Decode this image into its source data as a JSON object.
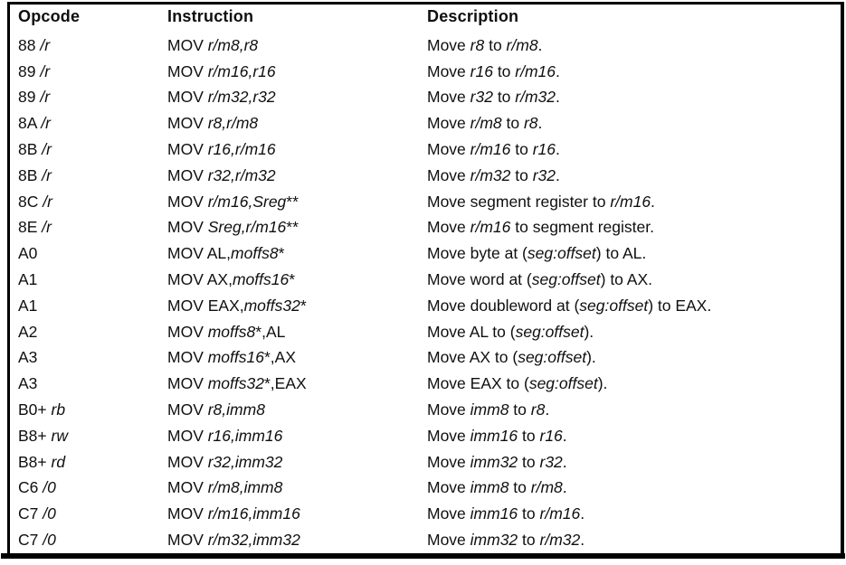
{
  "colors": {
    "background": "#ffffff",
    "text": "#0f0f0f",
    "border": "#000000"
  },
  "table": {
    "headers": [
      "Opcode",
      "Instruction",
      "Description"
    ],
    "rows": [
      {
        "opcode": [
          [
            "88 ",
            "n"
          ],
          [
            "/r",
            "i"
          ]
        ],
        "instruction": [
          [
            "MOV ",
            "n"
          ],
          [
            "r/m8,r8",
            "i"
          ]
        ],
        "description": [
          [
            "Move ",
            "n"
          ],
          [
            "r8",
            "i"
          ],
          [
            " to ",
            "n"
          ],
          [
            "r/m8",
            "i"
          ],
          [
            ".",
            "n"
          ]
        ]
      },
      {
        "opcode": [
          [
            "89 ",
            "n"
          ],
          [
            "/r",
            "i"
          ]
        ],
        "instruction": [
          [
            "MOV ",
            "n"
          ],
          [
            "r/m16,r16",
            "i"
          ]
        ],
        "description": [
          [
            "Move ",
            "n"
          ],
          [
            "r16",
            "i"
          ],
          [
            " to ",
            "n"
          ],
          [
            "r/m16",
            "i"
          ],
          [
            ".",
            "n"
          ]
        ]
      },
      {
        "opcode": [
          [
            "89 ",
            "n"
          ],
          [
            "/r",
            "i"
          ]
        ],
        "instruction": [
          [
            "MOV ",
            "n"
          ],
          [
            "r/m32,r32",
            "i"
          ]
        ],
        "description": [
          [
            "Move ",
            "n"
          ],
          [
            "r32",
            "i"
          ],
          [
            " to ",
            "n"
          ],
          [
            "r/m32",
            "i"
          ],
          [
            ".",
            "n"
          ]
        ]
      },
      {
        "opcode": [
          [
            "8A ",
            "n"
          ],
          [
            "/r",
            "i"
          ]
        ],
        "instruction": [
          [
            "MOV ",
            "n"
          ],
          [
            "r8,r/m8",
            "i"
          ]
        ],
        "description": [
          [
            "Move ",
            "n"
          ],
          [
            "r/m8",
            "i"
          ],
          [
            " to ",
            "n"
          ],
          [
            "r8",
            "i"
          ],
          [
            ".",
            "n"
          ]
        ]
      },
      {
        "opcode": [
          [
            "8B ",
            "n"
          ],
          [
            "/r",
            "i"
          ]
        ],
        "instruction": [
          [
            "MOV ",
            "n"
          ],
          [
            "r16,r/m16",
            "i"
          ]
        ],
        "description": [
          [
            "Move ",
            "n"
          ],
          [
            "r/m16",
            "i"
          ],
          [
            " to ",
            "n"
          ],
          [
            "r16",
            "i"
          ],
          [
            ".",
            "n"
          ]
        ]
      },
      {
        "opcode": [
          [
            "8B ",
            "n"
          ],
          [
            "/r",
            "i"
          ]
        ],
        "instruction": [
          [
            "MOV ",
            "n"
          ],
          [
            "r32,r/m32",
            "i"
          ]
        ],
        "description": [
          [
            "Move ",
            "n"
          ],
          [
            "r/m32",
            "i"
          ],
          [
            " to ",
            "n"
          ],
          [
            "r32",
            "i"
          ],
          [
            ".",
            "n"
          ]
        ]
      },
      {
        "opcode": [
          [
            "8C ",
            "n"
          ],
          [
            "/r",
            "i"
          ]
        ],
        "instruction": [
          [
            "MOV ",
            "n"
          ],
          [
            "r/m16,Sreg",
            "i"
          ],
          [
            "**",
            "n"
          ]
        ],
        "description": [
          [
            "Move segment register to ",
            "n"
          ],
          [
            "r/m16",
            "i"
          ],
          [
            ".",
            "n"
          ]
        ]
      },
      {
        "opcode": [
          [
            "8E ",
            "n"
          ],
          [
            "/r",
            "i"
          ]
        ],
        "instruction": [
          [
            "MOV ",
            "n"
          ],
          [
            "Sreg,r/m16",
            "i"
          ],
          [
            "**",
            "n"
          ]
        ],
        "description": [
          [
            "Move ",
            "n"
          ],
          [
            "r/m16",
            "i"
          ],
          [
            " to segment register.",
            "n"
          ]
        ]
      },
      {
        "opcode": [
          [
            "A0",
            "n"
          ]
        ],
        "instruction": [
          [
            "MOV AL,",
            "n"
          ],
          [
            "moffs8",
            "i"
          ],
          [
            "*",
            "n"
          ]
        ],
        "description": [
          [
            "Move byte at (",
            "n"
          ],
          [
            "seg:offset",
            "i"
          ],
          [
            ") to AL.",
            "n"
          ]
        ]
      },
      {
        "opcode": [
          [
            "A1",
            "n"
          ]
        ],
        "instruction": [
          [
            "MOV AX,",
            "n"
          ],
          [
            "moffs16",
            "i"
          ],
          [
            "*",
            "n"
          ]
        ],
        "description": [
          [
            "Move word at (",
            "n"
          ],
          [
            "seg:offset",
            "i"
          ],
          [
            ") to AX.",
            "n"
          ]
        ]
      },
      {
        "opcode": [
          [
            "A1",
            "n"
          ]
        ],
        "instruction": [
          [
            "MOV EAX,",
            "n"
          ],
          [
            "moffs32",
            "i"
          ],
          [
            "*",
            "n"
          ]
        ],
        "description": [
          [
            "Move doubleword at (",
            "n"
          ],
          [
            "seg:offset",
            "i"
          ],
          [
            ") to EAX.",
            "n"
          ]
        ]
      },
      {
        "opcode": [
          [
            "A2",
            "n"
          ]
        ],
        "instruction": [
          [
            "MOV ",
            "n"
          ],
          [
            "moffs8",
            "i"
          ],
          [
            "*,AL",
            "n"
          ]
        ],
        "description": [
          [
            "Move AL to (",
            "n"
          ],
          [
            "seg:offset",
            "i"
          ],
          [
            ").",
            "n"
          ]
        ]
      },
      {
        "opcode": [
          [
            "A3",
            "n"
          ]
        ],
        "instruction": [
          [
            "MOV ",
            "n"
          ],
          [
            "moffs16",
            "i"
          ],
          [
            "*,AX",
            "n"
          ]
        ],
        "description": [
          [
            "Move AX to (",
            "n"
          ],
          [
            "seg:offset",
            "i"
          ],
          [
            ").",
            "n"
          ]
        ]
      },
      {
        "opcode": [
          [
            "A3",
            "n"
          ]
        ],
        "instruction": [
          [
            "MOV ",
            "n"
          ],
          [
            "moffs32",
            "i"
          ],
          [
            "*,EAX",
            "n"
          ]
        ],
        "description": [
          [
            "Move EAX to (",
            "n"
          ],
          [
            "seg:offset",
            "i"
          ],
          [
            ").",
            "n"
          ]
        ]
      },
      {
        "opcode": [
          [
            "B0+ ",
            "n"
          ],
          [
            "rb",
            "i"
          ]
        ],
        "instruction": [
          [
            "MOV ",
            "n"
          ],
          [
            "r8,imm8",
            "i"
          ]
        ],
        "description": [
          [
            "Move ",
            "n"
          ],
          [
            "imm8",
            "i"
          ],
          [
            " to ",
            "n"
          ],
          [
            "r8",
            "i"
          ],
          [
            ".",
            "n"
          ]
        ]
      },
      {
        "opcode": [
          [
            "B8+ ",
            "n"
          ],
          [
            "rw",
            "i"
          ]
        ],
        "instruction": [
          [
            "MOV ",
            "n"
          ],
          [
            "r16,imm16",
            "i"
          ]
        ],
        "description": [
          [
            "Move ",
            "n"
          ],
          [
            "imm16",
            "i"
          ],
          [
            " to ",
            "n"
          ],
          [
            "r16",
            "i"
          ],
          [
            ".",
            "n"
          ]
        ]
      },
      {
        "opcode": [
          [
            "B8+ ",
            "n"
          ],
          [
            "rd",
            "i"
          ]
        ],
        "instruction": [
          [
            "MOV ",
            "n"
          ],
          [
            "r32,imm32",
            "i"
          ]
        ],
        "description": [
          [
            "Move ",
            "n"
          ],
          [
            "imm32",
            "i"
          ],
          [
            " to ",
            "n"
          ],
          [
            "r32",
            "i"
          ],
          [
            ".",
            "n"
          ]
        ]
      },
      {
        "opcode": [
          [
            "C6 ",
            "n"
          ],
          [
            "/0",
            "i"
          ]
        ],
        "instruction": [
          [
            "MOV ",
            "n"
          ],
          [
            "r/m8,imm8",
            "i"
          ]
        ],
        "description": [
          [
            "Move ",
            "n"
          ],
          [
            "imm8",
            "i"
          ],
          [
            " to ",
            "n"
          ],
          [
            "r/m8",
            "i"
          ],
          [
            ".",
            "n"
          ]
        ]
      },
      {
        "opcode": [
          [
            "C7 ",
            "n"
          ],
          [
            "/0",
            "i"
          ]
        ],
        "instruction": [
          [
            "MOV ",
            "n"
          ],
          [
            "r/m16,imm16",
            "i"
          ]
        ],
        "description": [
          [
            "Move ",
            "n"
          ],
          [
            "imm16",
            "i"
          ],
          [
            " to ",
            "n"
          ],
          [
            "r/m16",
            "i"
          ],
          [
            ".",
            "n"
          ]
        ]
      },
      {
        "opcode": [
          [
            "C7 ",
            "n"
          ],
          [
            "/0",
            "i"
          ]
        ],
        "instruction": [
          [
            "MOV ",
            "n"
          ],
          [
            "r/m32,imm32",
            "i"
          ]
        ],
        "description": [
          [
            "Move ",
            "n"
          ],
          [
            "imm32",
            "i"
          ],
          [
            " to ",
            "n"
          ],
          [
            "r/m32",
            "i"
          ],
          [
            ".",
            "n"
          ]
        ]
      }
    ]
  }
}
